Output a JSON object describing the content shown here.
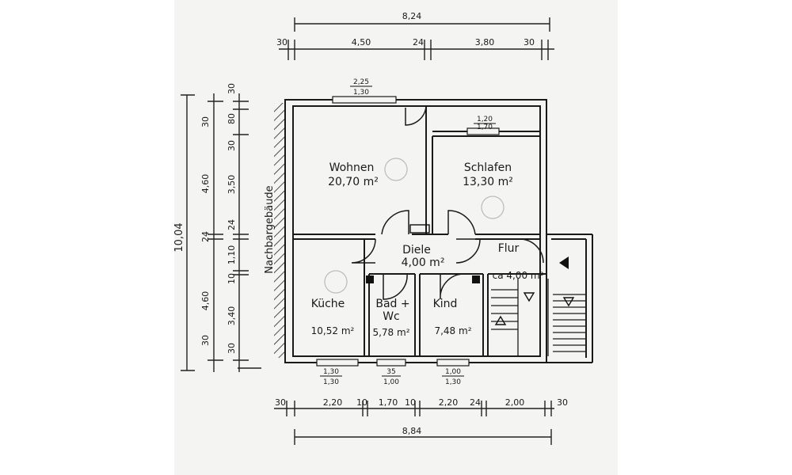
{
  "dims_top": {
    "total": "8,24",
    "seg1": "30",
    "seg2": "4,50",
    "seg3": "24",
    "seg4": "3,80",
    "seg5": "30"
  },
  "dims_bottom": {
    "total": "8,84",
    "seg1": "30",
    "seg2": "2,20",
    "seg3": "10",
    "seg4": "1,70",
    "seg5": "10",
    "seg6": "2,20",
    "seg7": "24",
    "seg8": "2,00",
    "seg9": "30"
  },
  "dims_left_outer": {
    "total": "10,04",
    "a": "30",
    "b": "4,60",
    "c": "24",
    "d": "4,60",
    "e": "30"
  },
  "dims_left_inner": {
    "a": "30",
    "b": "80",
    "c": "30",
    "d": "3,50",
    "e": "24",
    "f": "1,10",
    "g": "10",
    "h": "3,40",
    "i": "30"
  },
  "windows": {
    "wohnen_top": "2,25",
    "wohnen_bot": "1,30",
    "schlafen_top": "1,20",
    "schlafen_bot": "1,70",
    "kueche_top": "1,30",
    "kueche_bot": "1,30",
    "bad_top": "35",
    "bad_bot": "1,00",
    "kind_top": "1,00",
    "kind_bot": "1,30"
  },
  "neighbor": "Nachbargebäude",
  "rooms": {
    "wohnen": {
      "name": "Wohnen",
      "area": "20,70 m²"
    },
    "schlafen": {
      "name": "Schlafen",
      "area": "13,30 m²"
    },
    "diele": {
      "name": "Diele",
      "area": "4,00 m²"
    },
    "flur": {
      "name": "Flur",
      "area": "ca 4,00 m²"
    },
    "kueche": {
      "name": "Küche",
      "area": "10,52 m²"
    },
    "bad_line1": "Bad +",
    "bad_line2": "Wc",
    "bad_area": "5,78 m²",
    "kind": {
      "name": "Kind",
      "area": "7,48 m²"
    }
  }
}
